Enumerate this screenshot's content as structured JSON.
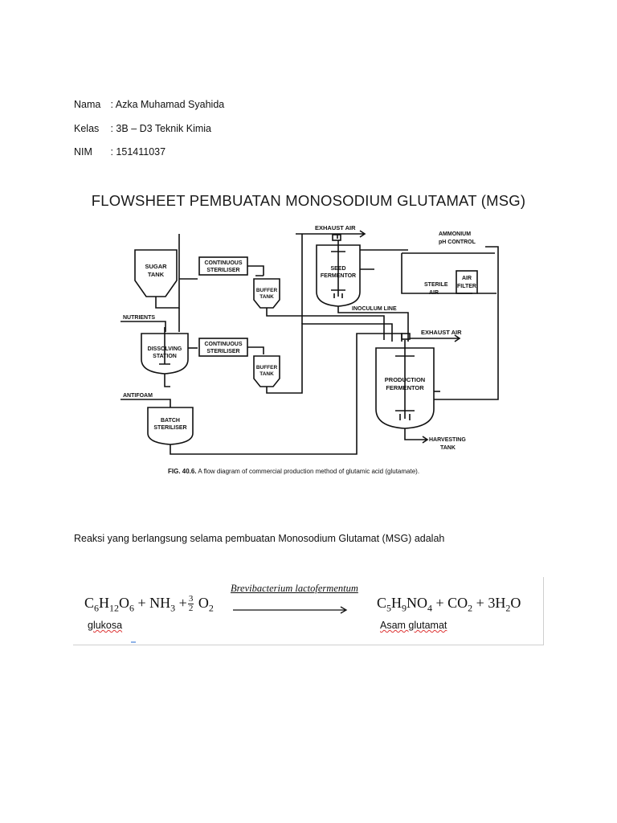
{
  "info": {
    "name": {
      "label": "Nama",
      "value": ": Azka Muhamad Syahida"
    },
    "kelas": {
      "label": "Kelas",
      "value": ": 3B – D3 Teknik Kimia"
    },
    "nim": {
      "label": "NIM",
      "value": ": 151411037"
    }
  },
  "title": "FLOWSHEET PEMBUATAN MONOSODIUM GLUTAMAT (MSG)",
  "diagram": {
    "labels": {
      "sugar_tank": [
        "SUGAR",
        "TANK"
      ],
      "cont_steriliser_1": [
        "CONTINUOUS",
        "STERILISER"
      ],
      "buffer_tank_1": [
        "BUFFER",
        "TANK"
      ],
      "nutrients": "NUTRIENTS",
      "dissolving_station": [
        "DISSOLVING",
        "STATION"
      ],
      "cont_steriliser_2": [
        "CONTINUOUS",
        "STERILISER"
      ],
      "buffer_tank_2": [
        "BUFFER",
        "TANK"
      ],
      "antifoam": "ANTIFOAM",
      "batch_steriliser": [
        "BATCH",
        "STERILISER"
      ],
      "exhaust_air_top": "EXHAUST AIR",
      "seed_fermentor": [
        "SEED",
        "FERMENTOR"
      ],
      "ammonium": [
        "AMMONIUM",
        "pH CONTROL"
      ],
      "sterile_air": [
        "STERILE",
        "AIR"
      ],
      "air_filter": [
        "AIR",
        "FILTER"
      ],
      "inoculum_line": "INOCULUM LINE",
      "exhaust_air_mid": "EXHAUST AIR",
      "production_fermentor": [
        "PRODUCTION",
        "FERMENTOR"
      ],
      "harvesting_tank": [
        "HARVESTING",
        "TANK"
      ]
    },
    "caption_fig": "FIG. 40.6.",
    "caption_text": "A flow diagram of commercial production method of glutamic acid (glutamate)."
  },
  "reaction": {
    "intro": "Reaksi yang berlangsung selama pembuatan Monosodium Glutamat (MSG) adalah",
    "catalyst": "Brevibacterium lactofermentum",
    "reactant_label": "glukosa",
    "product_label": "Asam glutamat",
    "fraction": {
      "num": "3",
      "den": "2"
    }
  }
}
